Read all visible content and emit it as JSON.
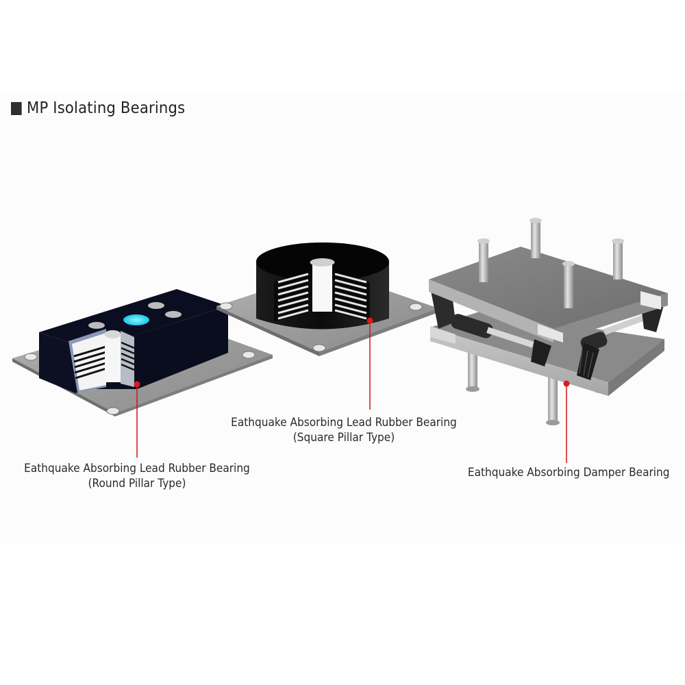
{
  "title": {
    "text": "MP Isolating Bearings",
    "marker_color": "#2f2f2f"
  },
  "colors": {
    "background": "#ffffff",
    "panel": "#fcfcfc",
    "leader_line": "#d41414",
    "rubber": "#0a0d1e",
    "steel_plate": "#9a9a9a",
    "lead_core": "#f2f2f2",
    "cyan_core": "#2fd6f0"
  },
  "products": [
    {
      "id": "round-pillar",
      "caption_line1": "Eathquake Absorbing Lead Rubber Bearing",
      "caption_line2": "(Round Pillar Type)"
    },
    {
      "id": "square-pillar",
      "caption_line1": "Eathquake Absorbing Lead Rubber Bearing",
      "caption_line2": "(Square Pillar Type)"
    },
    {
      "id": "damper",
      "caption_line1": "Eathquake Absorbing Damper Bearing"
    }
  ]
}
